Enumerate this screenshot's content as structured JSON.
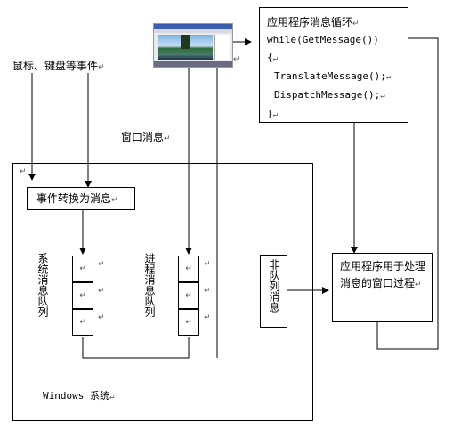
{
  "loop_box": {
    "title": "应用程序消息循环",
    "lines": [
      "while(GetMessage())",
      "{",
      "  TranslateMessage();",
      "  DispatchMessage();",
      "}"
    ]
  },
  "mouse_keyboard_events": "鼠标、键盘等事件",
  "window_message": "窗口消息",
  "event_convert": "事件转换为消息",
  "system_queue": "系统消息队列",
  "thread_queue": "进程消息队列",
  "nonqueued": "非队列消息",
  "window_proc": "应用程序用于处理消息的窗口过程",
  "windows_system": "Windows 系统",
  "para_mark": "↵",
  "colors": {
    "line": "#000000",
    "mark": "#555555"
  }
}
